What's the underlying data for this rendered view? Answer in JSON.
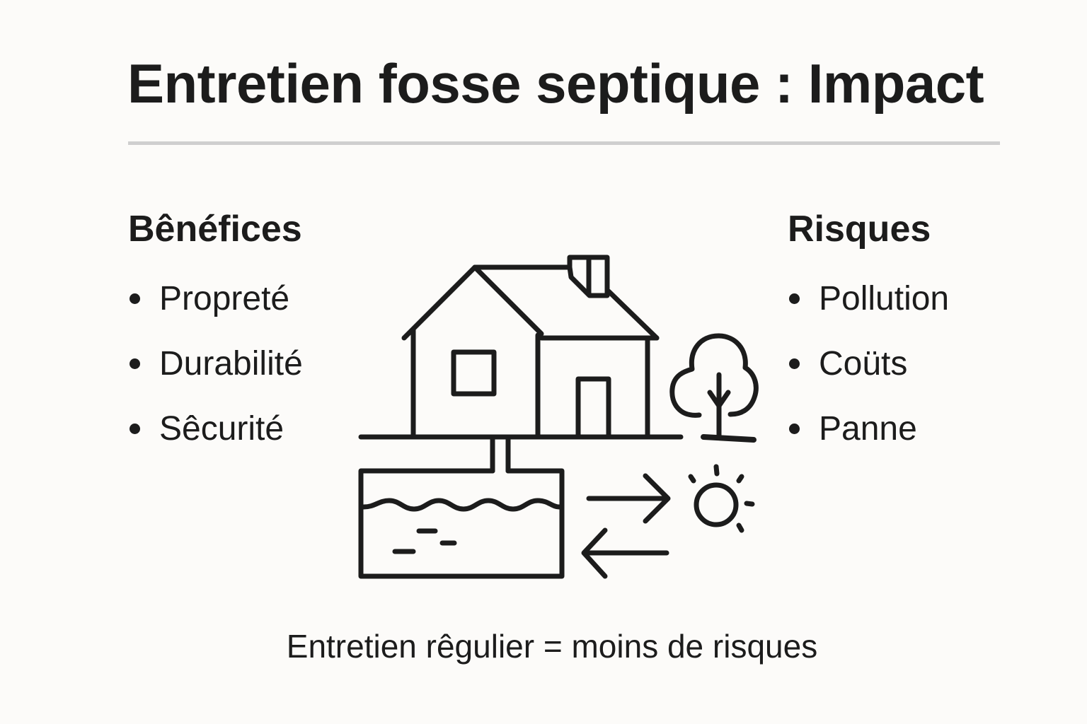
{
  "header": {
    "title": "Entretien fosse septique : Impact"
  },
  "benefits": {
    "heading": "Bênéfices",
    "items": [
      {
        "label": "Propreté"
      },
      {
        "label": "Durabilité"
      },
      {
        "label": "Sêcurité"
      }
    ]
  },
  "risks": {
    "heading": "Risques",
    "items": [
      {
        "label": "Pollution"
      },
      {
        "label": "Coüts"
      },
      {
        "label": "Panne"
      }
    ]
  },
  "illustration": {
    "icons": [
      "house-icon",
      "chimney-icon",
      "window-icon",
      "door-icon",
      "tree-icon",
      "ground-line",
      "pipe-icon",
      "septic-tank-icon",
      "arrow-right-icon",
      "arrow-left-icon",
      "sun-icon"
    ],
    "stroke_color": "#1c1c1c"
  },
  "footer": {
    "caption": "Entretien rêgulier = moins de risques"
  },
  "colors": {
    "background": "#fcfbf9",
    "text": "#1c1c1c",
    "divider": "#cfcfcf"
  }
}
